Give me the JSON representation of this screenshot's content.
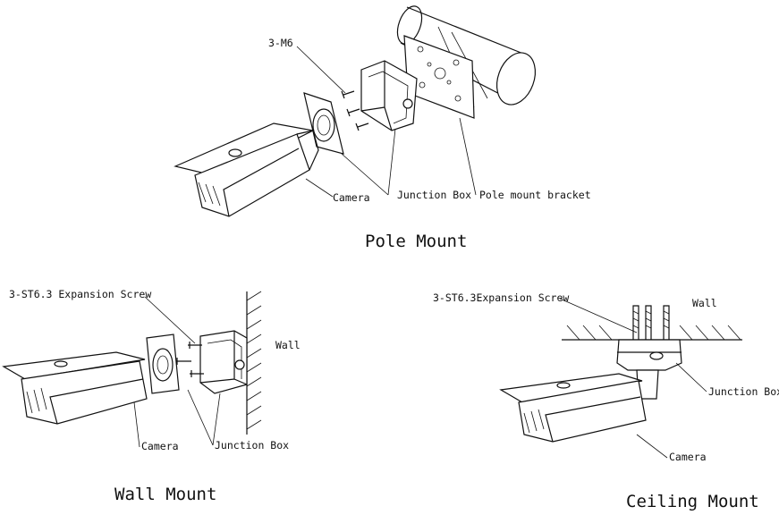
{
  "pole": {
    "title": "Pole Mount",
    "screw_label": "3-M6",
    "camera_label": "Camera",
    "junction_label": "Junction Box",
    "bracket_label": "Pole mount bracket"
  },
  "wall": {
    "title": "Wall Mount",
    "screw_label": "3-ST6.3 Expansion Screw",
    "wall_label": "Wall",
    "camera_label": "Camera",
    "junction_label": "Junction Box"
  },
  "ceiling": {
    "title": "Ceiling Mount",
    "screw_label": "3-ST6.3Expansion Screw",
    "wall_label": "Wall",
    "junction_label": "Junction Box",
    "camera_label": "Camera"
  }
}
